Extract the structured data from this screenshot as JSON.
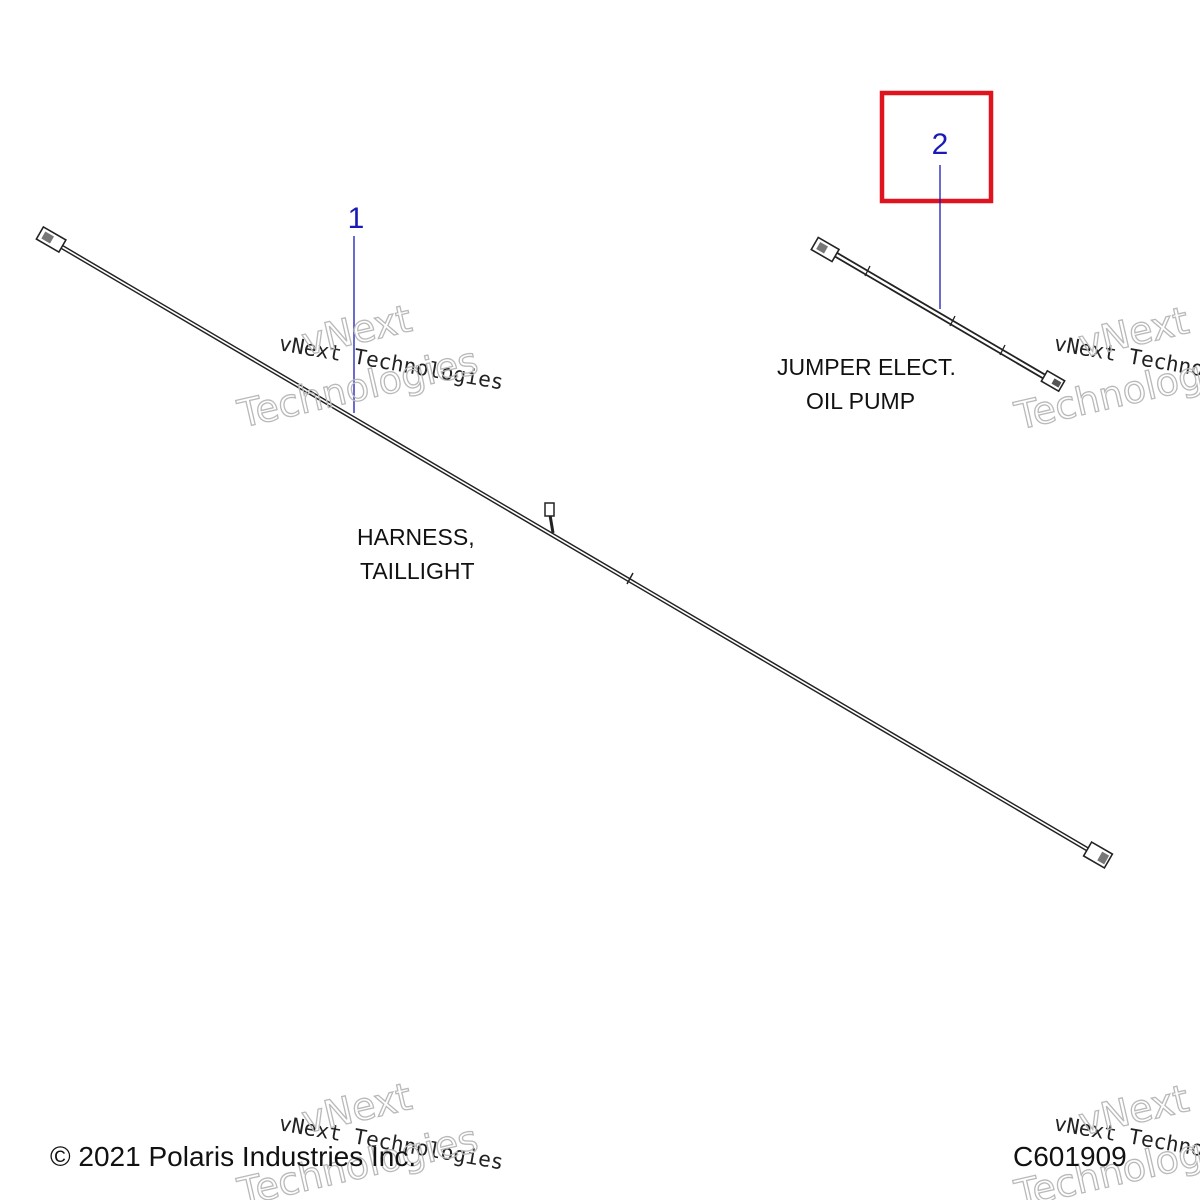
{
  "diagram": {
    "parts": [
      {
        "callout": "1",
        "label_lines": [
          "HARNESS,",
          "TAILLIGHT"
        ]
      },
      {
        "callout": "2",
        "label_lines": [
          "JUMPER ELECT.",
          "OIL PUMP"
        ]
      }
    ],
    "highlighted_callout": "2",
    "highlight_color": "#e0141e",
    "callout_color": "#1a1ab8"
  },
  "watermark": {
    "line1": "vNext Technologies",
    "line2": "vNext",
    "line3": "Technologies"
  },
  "footer": {
    "copyright": "© 2021 Polaris Industries Inc.",
    "drawing_code": "C601909"
  }
}
